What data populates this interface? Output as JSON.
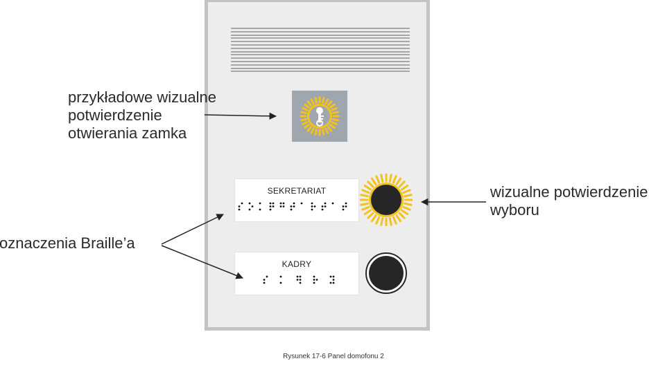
{
  "panel": {
    "lock_icon": "key-in-glowing-circle-icon",
    "entries": [
      {
        "label": "SEKRETARIAT",
        "selected": true
      },
      {
        "label": "KADRY",
        "selected": false
      }
    ]
  },
  "annotations": {
    "lock_confirmation": [
      "przykładowe wizualne",
      "potwierdzenie",
      "otwierania zamka"
    ],
    "braille_marks": "oznaczenia Braille’a",
    "selection_confirmation": [
      "wizualne potwierdzenie",
      "wyboru"
    ]
  },
  "caption": "Rysunek 17-6 Panel domofonu 2",
  "colors": {
    "panel": "#ededed",
    "panel_border": "#c3c3c3",
    "glow": "#f4c21c",
    "button": "#262626",
    "lock_box": "#a0a6ad"
  }
}
